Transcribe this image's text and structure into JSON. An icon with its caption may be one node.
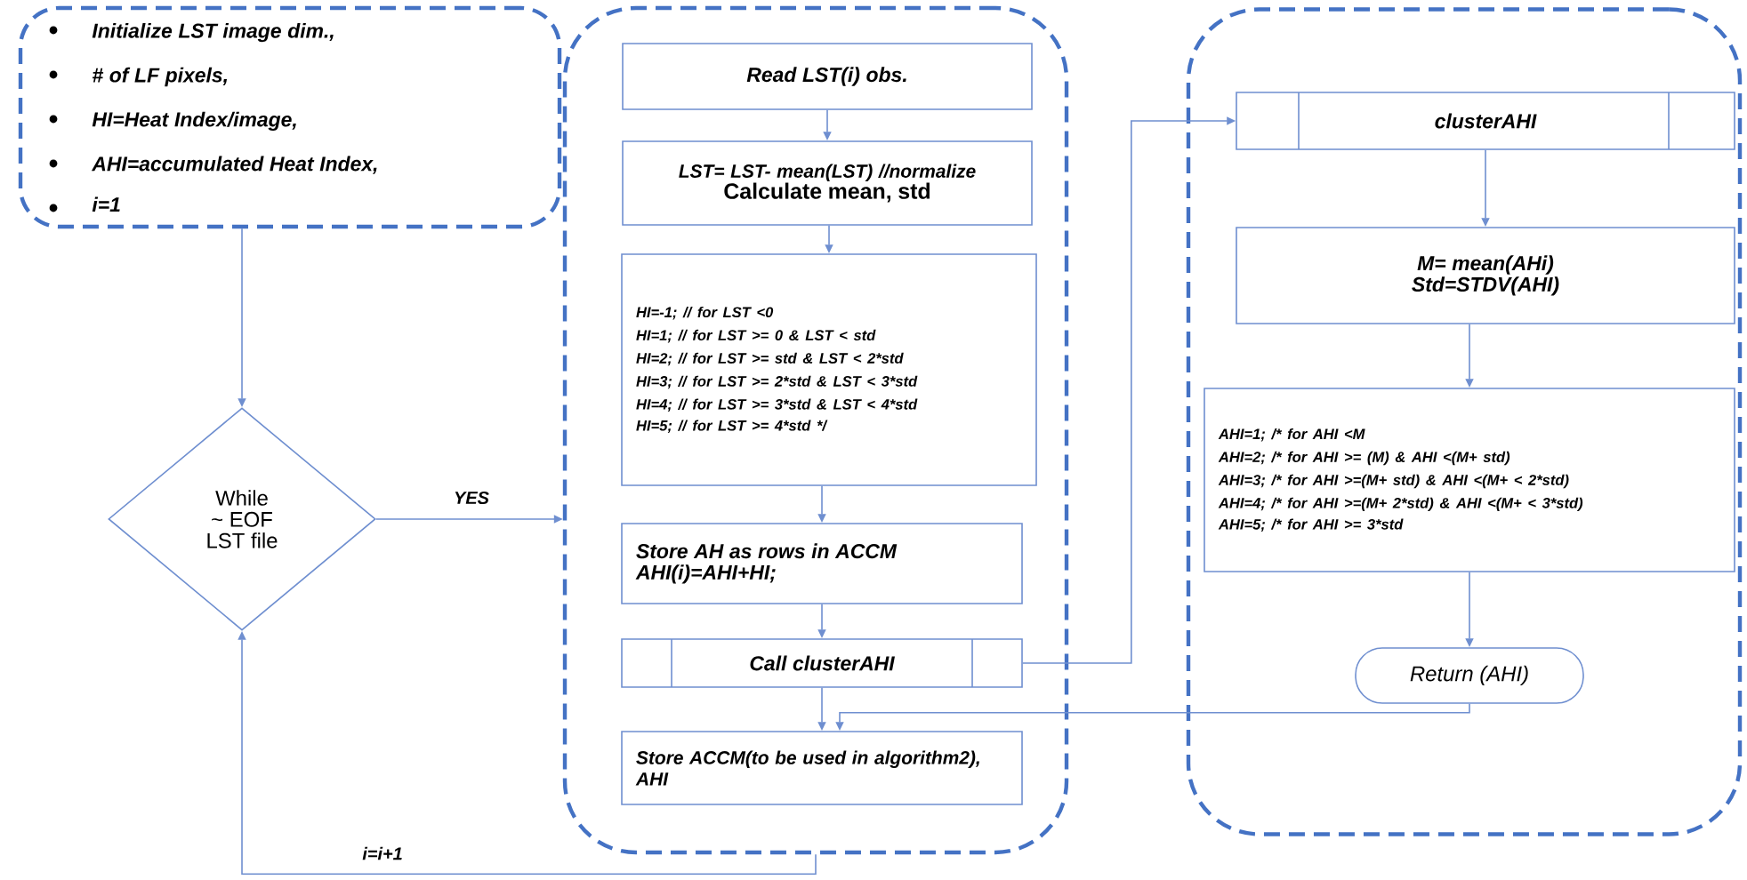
{
  "diagram": {
    "nodes": [
      {
        "text": [
          "Initialize LST image dim.,",
          "# of LF pixels,",
          "HI=Heat Index/image,",
          "AHI=accumulated  Heat Index,",
          "i=1"
        ]
      },
      {
        "text": [
          "While ~ EOF LST file"
        ]
      },
      {
        "text": [],
        "shape": "box"
      },
      {
        "text": [
          "Read LST(i) obs."
        ],
        "in": 2
      },
      {
        "text": [
          "LST= LST- mean(LST) //normalize",
          "Calculate mean, std"
        ],
        "in": 2
      },
      {
        "text": [
          "HI=-1;   // for LST <0",
          "HI=1;   // for LST >= 0 & LST < std",
          "HI=2;   // for LST >= std & LST < 2*std",
          "HI=3;   // for LST >= 2*std & LST < 3*std",
          "HI=4;   // for LST >= 3*std & LST < 4*std",
          "HI=5;   // for LST >= 4*std */"
        ],
        "in": 2
      },
      {
        "text": [
          "Store AH as rows in ACCM",
          "AHI(i)=AHI+HI;"
        ],
        "in": 2
      },
      {
        "text": [
          "Call clusterAHI"
        ],
        "in": 2
      },
      {
        "text": [
          "Store  ACCM(to be used in algorithm2), AHI"
        ],
        "in": 2
      },
      {
        "text": [],
        "shape": "box"
      },
      {
        "text": [
          "clusterAHI"
        ],
        "in": 9
      },
      {
        "text": [
          "M= mean(AHi)",
          "Std=STDV(AHI)"
        ],
        "in": 9
      },
      {
        "text": [
          "AHI=1;  /* for AHI <M",
          "AHI=2;  /* for AHI >= (M) & AHI <(M+ std)",
          "AHI=3; /* for AHI >=(M+ std) & AHI <(M+ < 2*std)",
          "AHI=4; /* for AHI >=(M+ 2*std) & AHI <(M+ < 3*std)",
          "AHI=5; /* for AHI >= 3*std"
        ],
        "in": 9
      },
      {
        "text": [
          "Return (AHI)"
        ],
        "in": 9
      }
    ],
    "edges": [
      {
        "from": 0,
        "to": 1,
        "arrow": "to"
      },
      {
        "from": 1,
        "to": 2,
        "arrow": "to",
        "label": "YES"
      },
      {
        "from": 2,
        "to": 1,
        "arrow": "to",
        "label": "i=i+1"
      },
      {
        "from": 3,
        "to": 4,
        "arrow": "to"
      },
      {
        "from": 4,
        "to": 5,
        "arrow": "to"
      },
      {
        "from": 5,
        "to": 6,
        "arrow": "to"
      },
      {
        "from": 6,
        "to": 7,
        "arrow": "to"
      },
      {
        "from": 7,
        "to": 8,
        "arrow": "to"
      },
      {
        "from": 7,
        "to": 10,
        "arrow": "to"
      },
      {
        "from": 10,
        "to": 11,
        "arrow": "to"
      },
      {
        "from": 11,
        "to": 12,
        "arrow": "to"
      },
      {
        "from": 12,
        "to": 13,
        "arrow": "to"
      },
      {
        "from": 13,
        "to": 8,
        "arrow": "to"
      }
    ]
  }
}
